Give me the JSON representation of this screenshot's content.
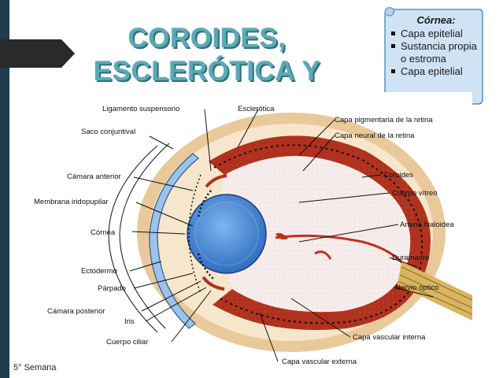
{
  "slide": {
    "title_line1": "COROIDES,",
    "title_line2": "ESCLERÓTICA Y",
    "footer": "5° Semana"
  },
  "callout": {
    "heading": "Córnea:",
    "items": [
      "Capa epitelial",
      "Sustancia propia o estroma",
      "Capa epitelial"
    ]
  },
  "diagram": {
    "labels": {
      "ligamento": "Ligamento suspensorio",
      "esclerotica": "Esclerótica",
      "saco": "Saco conjuntival",
      "camara_anterior": "Cámara anterior",
      "membrana": "Membrana iridopupilar",
      "cornea": "Córnea",
      "ectodermo": "Ectodermo",
      "parpado": "Párpado",
      "camara_posterior": "Cámara posterior",
      "iris": "Iris",
      "cuerpo_ciliar": "Cuerpo ciliar",
      "capa_pigmentaria": "Capa pigmentaria de la retina",
      "capa_neural": "Capa neural de la retina",
      "coroides": "Coroides",
      "cuerpo_vitreo": "Cuerpo vítreo",
      "arteria": "Arteria hialoidea",
      "duramadre": "Duramadre",
      "nervio": "Nervio óptico",
      "vascular_interna": "Capa vascular interna",
      "vascular_externa": "Capa vascular externa"
    }
  },
  "colors": {
    "title": "#5aa9b4",
    "sidebar": "#1f3b4d",
    "callout_fill": "#cfe3f4",
    "callout_border": "#5b8fc4",
    "sclera": "#e9c99a",
    "choroid": "#b0311d",
    "lens": "#4a8fd8"
  }
}
